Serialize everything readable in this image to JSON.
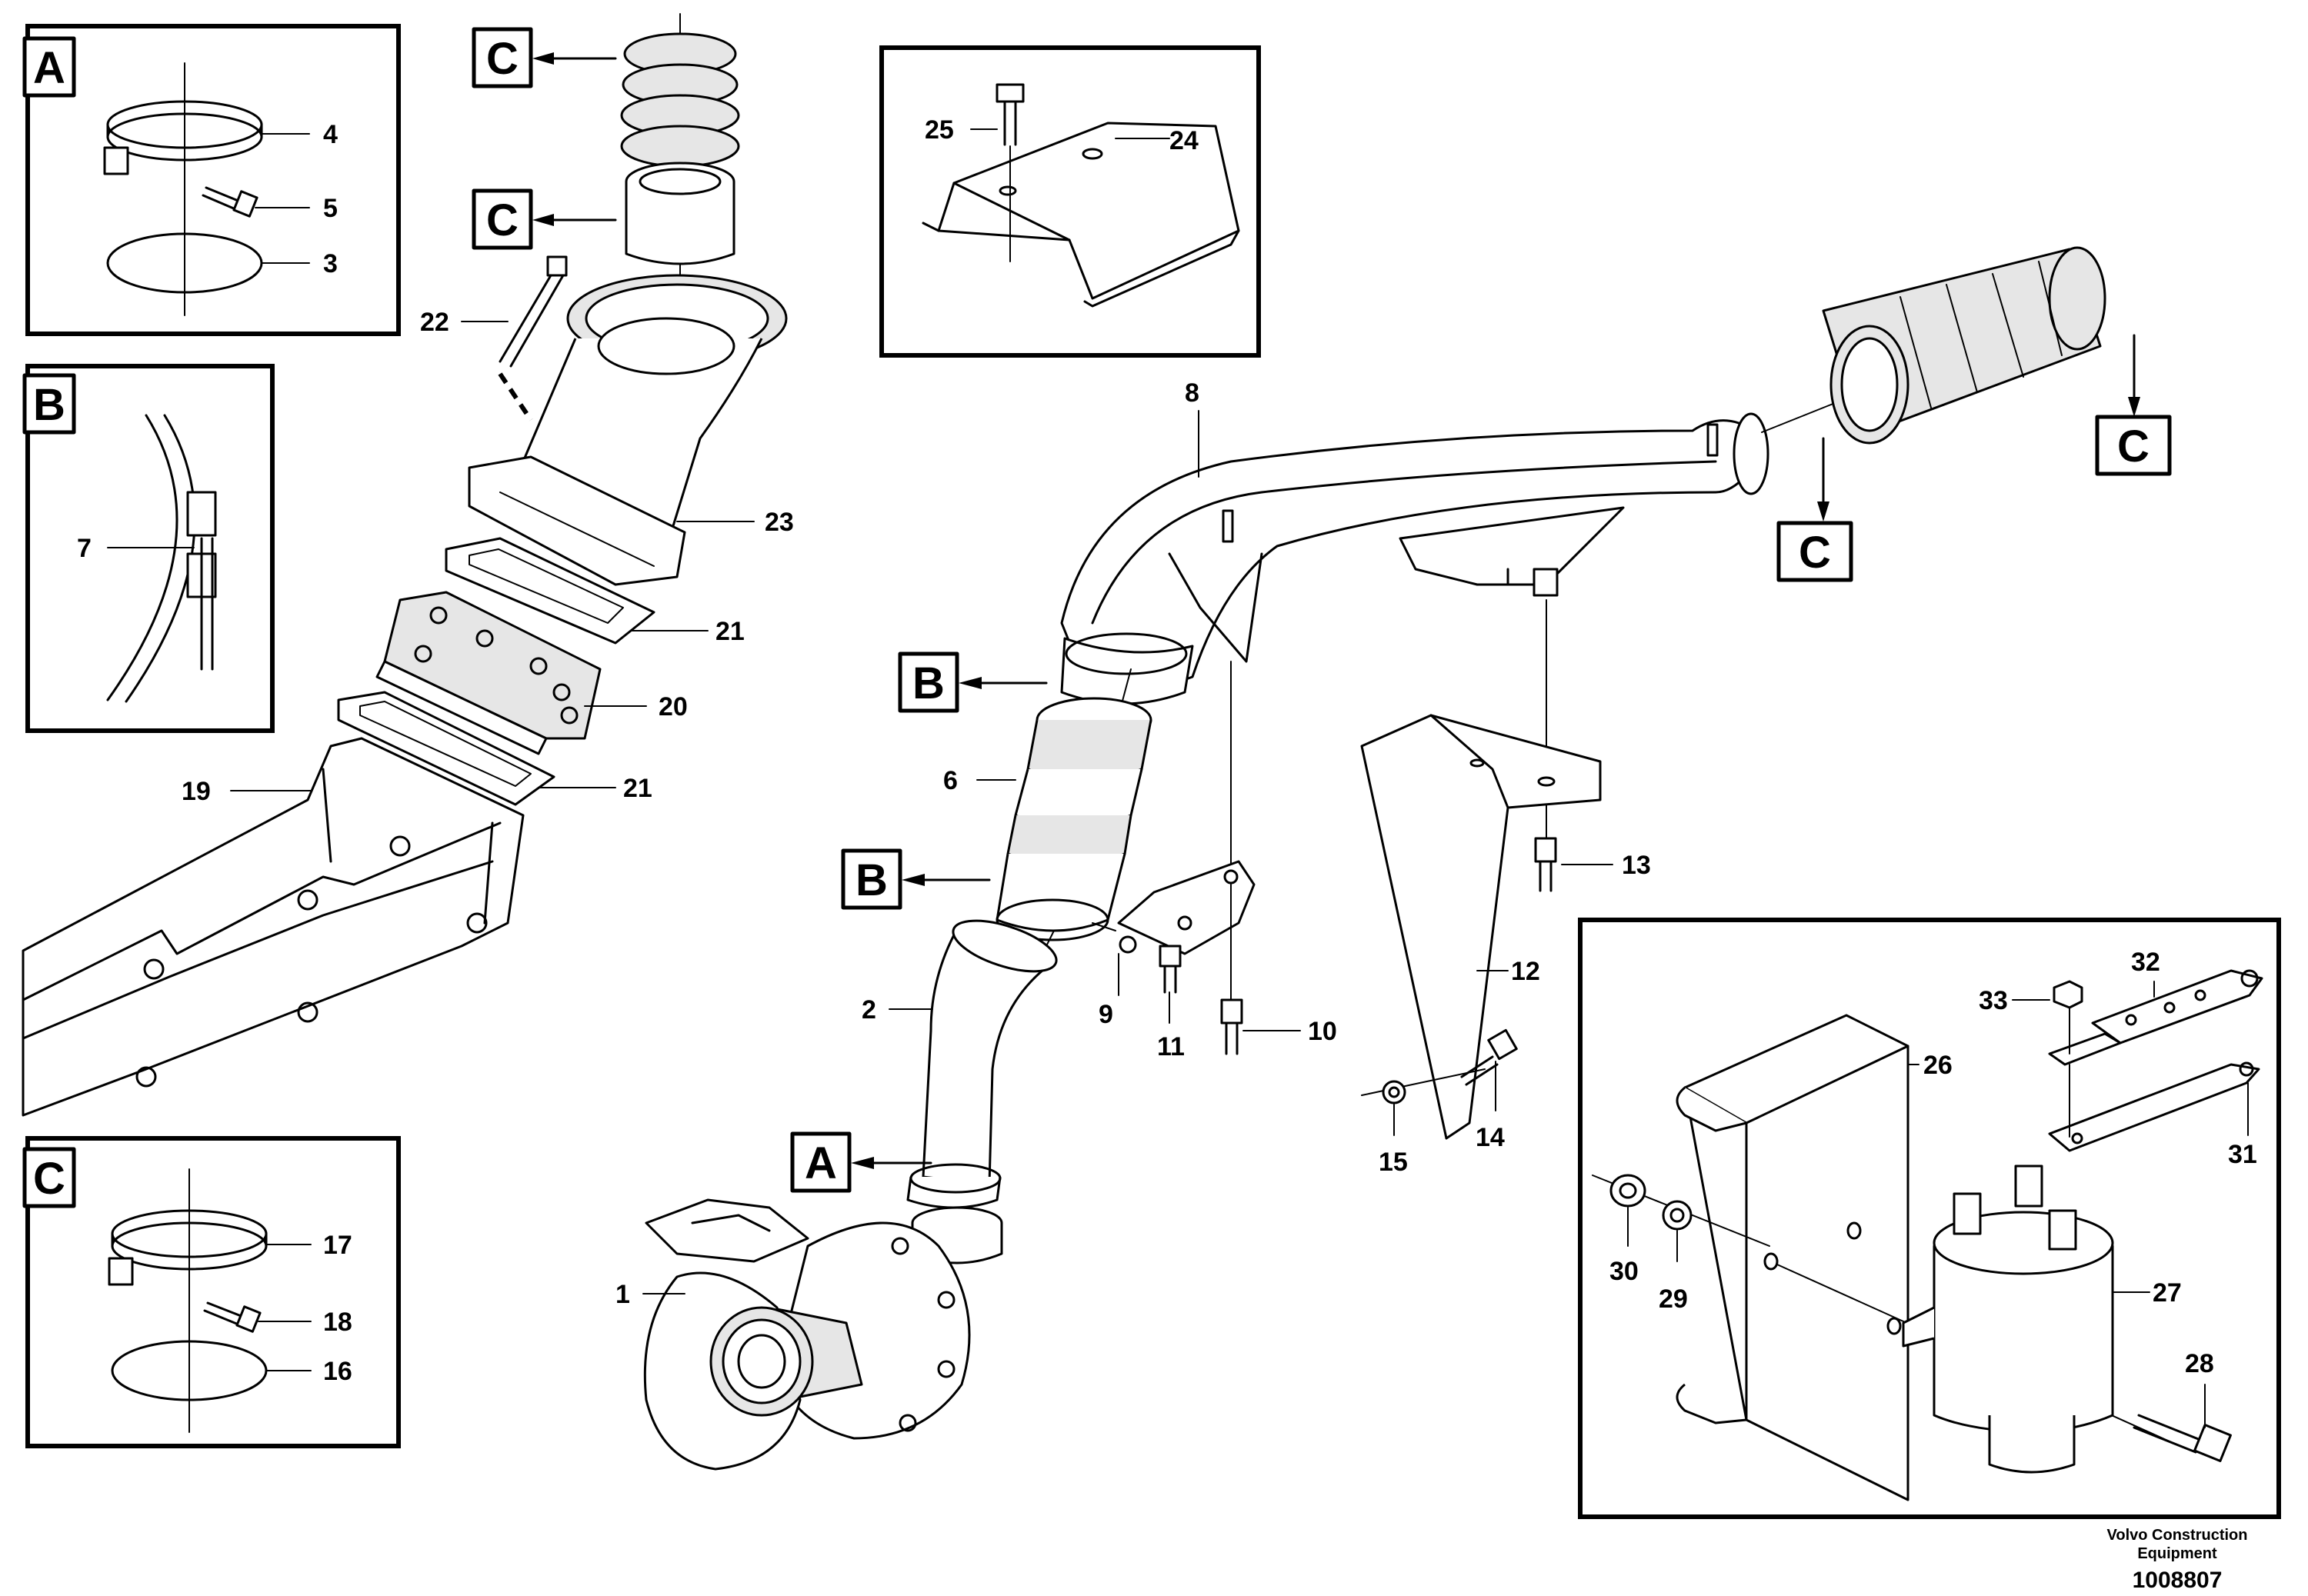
{
  "callouts": {
    "c1": "1",
    "c2": "2",
    "c3": "3",
    "c4": "4",
    "c5": "5",
    "c6": "6",
    "c7": "7",
    "c8": "8",
    "c9": "9",
    "c10": "10",
    "c11": "11",
    "c12": "12",
    "c13": "13",
    "c14": "14",
    "c15": "15",
    "c16": "16",
    "c17": "17",
    "c18": "18",
    "c19": "19",
    "c20": "20",
    "c21a": "21",
    "c21b": "21",
    "c22": "22",
    "c23": "23",
    "c24": "24",
    "c25": "25",
    "c26": "26",
    "c27": "27",
    "c28": "28",
    "c29": "29",
    "c30": "30",
    "c31": "31",
    "c32": "32",
    "c33": "33"
  },
  "detail_letters": {
    "box_a": "A",
    "box_b": "B",
    "box_c": "C",
    "ref_c_top1": "C",
    "ref_c_top2": "C",
    "ref_c_right1": "C",
    "ref_c_right2": "C",
    "ref_b_1": "B",
    "ref_b_2": "B",
    "ref_a": "A"
  },
  "footer": {
    "brand_line1": "Volvo Construction",
    "brand_line2": "Equipment",
    "drawing_number": "1008807"
  }
}
